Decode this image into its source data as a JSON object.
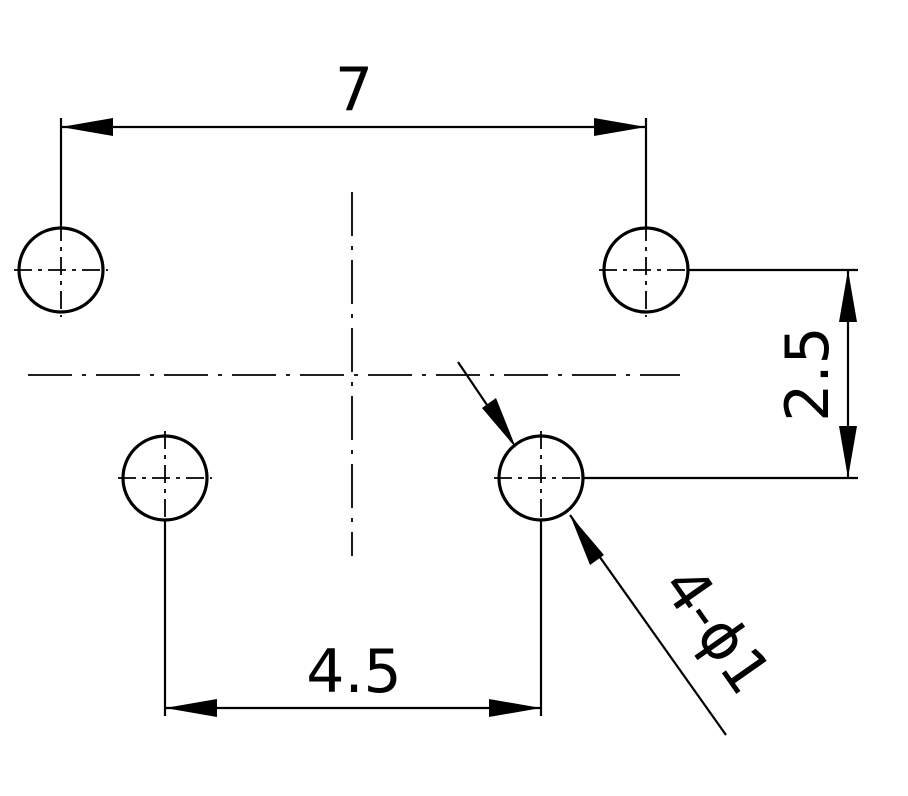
{
  "dimensions": {
    "top_spacing": "7",
    "bottom_spacing": "4.5",
    "vertical_offset": "2.5",
    "hole_callout": "4-ϕ1"
  },
  "colors": {
    "line": "#000000",
    "background": "#ffffff"
  }
}
